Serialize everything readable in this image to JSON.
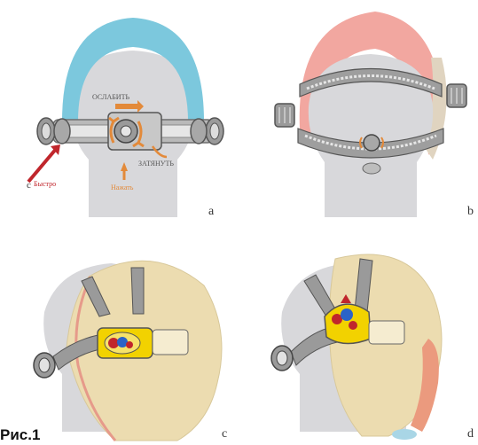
{
  "figure": {
    "caption": "Рис.1",
    "colors": {
      "headband_blue": "#7cc8dd",
      "headband_pink": "#f2a7a0",
      "head_gray": "#d8d8db",
      "helmet_beige": "#ecdcb0",
      "strap_gray": "#8c8c8c",
      "annotation_orange": "#e38a3a",
      "annotation_red": "#c0262c",
      "knob_yellow": "#f2d200"
    },
    "panels": [
      {
        "letter": "a",
        "labels": {
          "loosen": "ОСЛАБИТЬ",
          "tighten": "ЗАТЯНУТЬ",
          "press": "Нажать",
          "quick": "Быстро",
          "c_mark": "c"
        }
      },
      {
        "letter": "b"
      },
      {
        "letter": "c"
      },
      {
        "letter": "d"
      }
    ]
  }
}
